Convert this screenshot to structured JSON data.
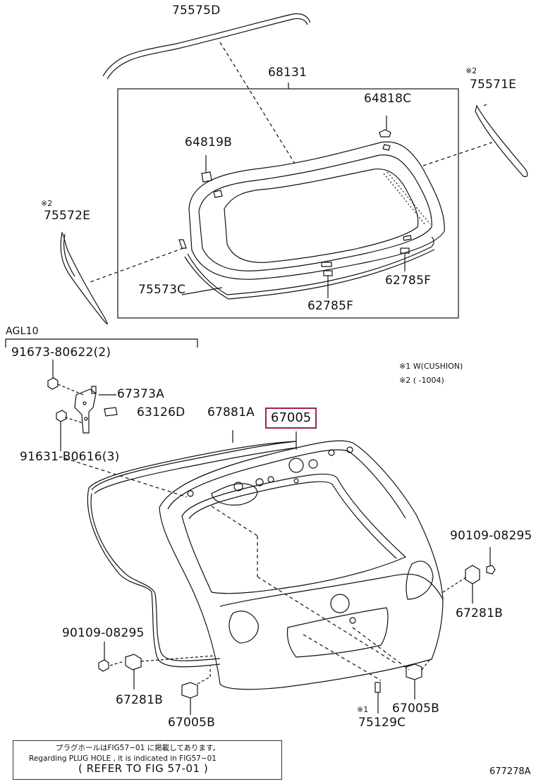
{
  "parts": {
    "p75575D": "75575D",
    "p68131": "68131",
    "p64818C": "64818C",
    "p64819B": "64819B",
    "p75571E": "75571E",
    "p75572E": "75572E",
    "p75573C": "75573C",
    "p62785F_a": "62785F",
    "p62785F_b": "62785F",
    "p91673": "91673-80622(2)",
    "p67373A": "67373A",
    "p63126D": "63126D",
    "p91631": "91631-B0616(3)",
    "p67881A": "67881A",
    "p67005": "67005",
    "p90109_r": "90109-08295",
    "p67281B_r": "67281B",
    "p90109_l": "90109-08295",
    "p67281B_l": "67281B",
    "p67005B_l": "67005B",
    "p75129C": "75129C",
    "p67005B_r": "67005B"
  },
  "marks": {
    "m2_a": "※2",
    "m2_b": "※2",
    "m1": "※1"
  },
  "group_label": "AGL10",
  "legend": {
    "line1": "※1 W(CUSHION)",
    "line2": "※2 (      -1004)"
  },
  "reference": {
    "jp": "プラグホールはFIG57−01 に掲載してあります。",
    "en": "Regarding PLUG HOLE , it is indicated in FIG57−01",
    "refer": "( REFER TO FIG 57-01 )"
  },
  "figure_code": "677278A",
  "colors": {
    "highlight": "#a0234e",
    "line": "#111111"
  }
}
